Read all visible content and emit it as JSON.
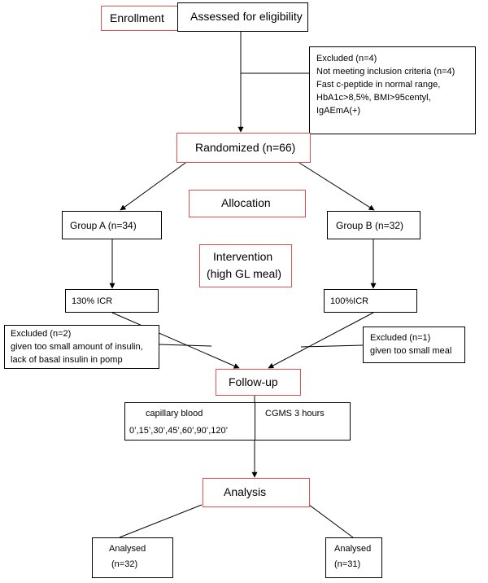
{
  "colors": {
    "stage_border": "#e05050",
    "box_border": "#000000",
    "line": "#000000"
  },
  "enrollment": {
    "label": "Enrollment"
  },
  "eligibility": {
    "label": "Assessed for eligibility"
  },
  "excluded_eligibility": {
    "lines": [
      "Excluded (n=4)",
      "Not meeting inclusion criteria (n=4)",
      "Fast c-peptide in normal range,",
      "HbA1c>8,5%,  BMI>95centyl,",
      "IgAEmA(+)"
    ]
  },
  "randomized": {
    "label": "Randomized (n=66)"
  },
  "allocation": {
    "label": "Allocation"
  },
  "group_a": {
    "label": "Group A (n=34)"
  },
  "group_b": {
    "label": "Group B (n=32)"
  },
  "intervention": {
    "line1": "Intervention",
    "line2": "(high GL meal)"
  },
  "icr_a": {
    "label": "130% ICR"
  },
  "icr_b": {
    "label": "100%ICR"
  },
  "excluded_a": {
    "lines": [
      "Excluded (n=2)",
      "given too small amount of insulin,",
      "lack of basal insulin in pomp"
    ]
  },
  "excluded_b": {
    "lines": [
      "Excluded (n=1)",
      "given too small meal"
    ]
  },
  "followup": {
    "label": "Follow-up"
  },
  "capillary": {
    "line1": "capillary blood",
    "line2": "0’,15’,30’,45’,60’,90’,120’"
  },
  "cgms": {
    "label": "CGMS 3 hours"
  },
  "analysis": {
    "label": "Analysis"
  },
  "analysed_a": {
    "line1": "Analysed",
    "line2": "(n=32)"
  },
  "analysed_b": {
    "line1": "Analysed",
    "line2": "(n=31)"
  }
}
